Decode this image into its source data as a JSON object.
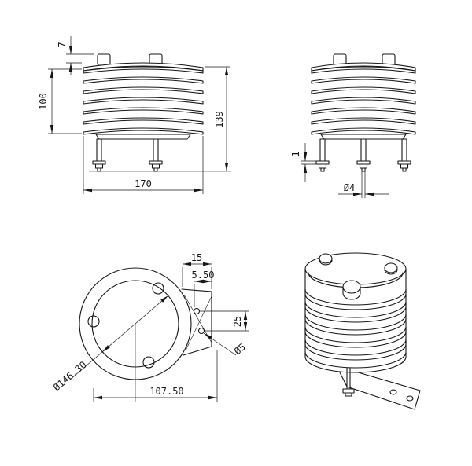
{
  "views": {
    "front": {
      "dims": {
        "cap_height": "7",
        "stack_height": "100",
        "total_height": "139",
        "width": "170"
      }
    },
    "side": {
      "dims": {
        "washer_thickness": "1",
        "bolt_diameter": "Ø4"
      }
    },
    "bottom": {
      "dims": {
        "tab_length": "15",
        "hole_edge_offset": "5.50",
        "hole_pitch": "25",
        "hole_diameter": "Ø5",
        "flange_diameter": "Ø146.30",
        "bracket_reach": "107.50"
      }
    }
  }
}
